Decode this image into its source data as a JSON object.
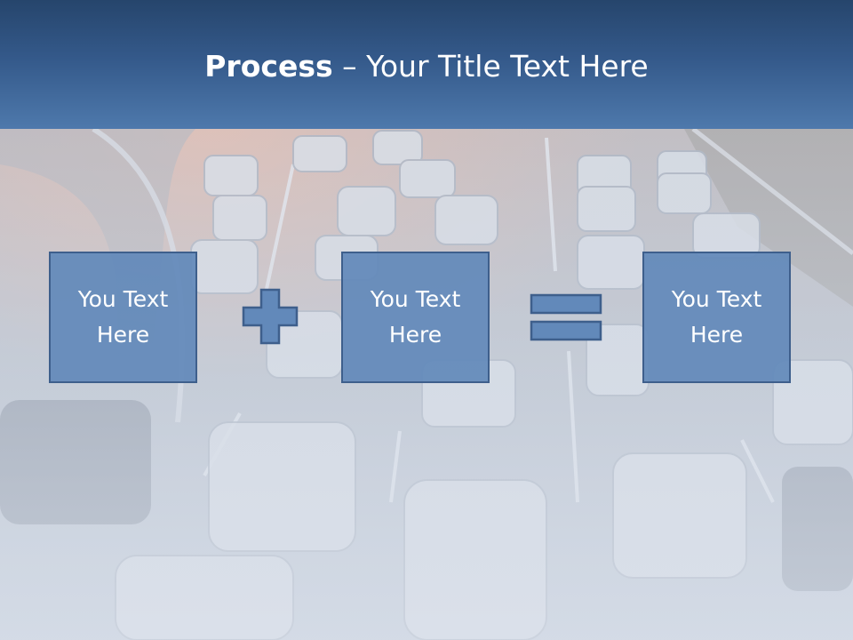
{
  "slide": {
    "title_bold": "Process",
    "title_dash": " – ",
    "title_rest": "Your Title Text Here"
  },
  "boxes": [
    {
      "label": "You Text\nHere"
    },
    {
      "label": "You Text\nHere"
    },
    {
      "label": "You Text\nHere"
    }
  ],
  "operators": {
    "first": "plus-icon",
    "second": "equals-icon"
  },
  "colors": {
    "header": "#34598a",
    "box_fill": "#6289ba",
    "box_border": "#3e5f8c",
    "title_text": "#ffffff"
  }
}
